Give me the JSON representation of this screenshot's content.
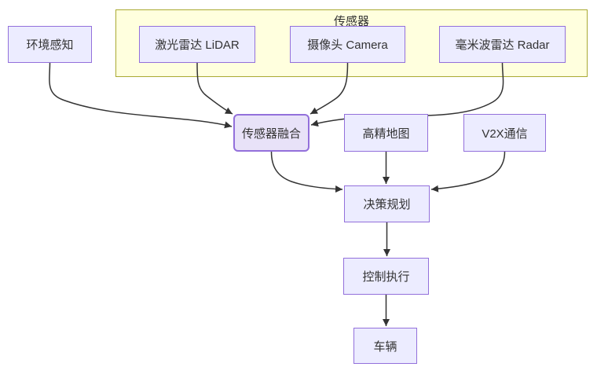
{
  "diagram": {
    "type": "flowchart",
    "direction": "top-down",
    "subgraph": {
      "title": "传感器"
    },
    "nodes": {
      "env": {
        "label": "环境感知"
      },
      "lidar": {
        "label": "激光雷达 LiDAR",
        "group": "传感器"
      },
      "camera": {
        "label": "摄像头 Camera",
        "group": "传感器"
      },
      "radar": {
        "label": "毫米波雷达 Radar",
        "group": "传感器"
      },
      "fusion": {
        "label": "传感器融合",
        "highlighted": true
      },
      "hdmap": {
        "label": "高精地图"
      },
      "v2x": {
        "label": "V2X通信"
      },
      "decision": {
        "label": "决策规划"
      },
      "control": {
        "label": "控制执行"
      },
      "vehicle": {
        "label": "车辆"
      }
    },
    "edges": [
      {
        "from": "环境感知",
        "to": "传感器融合"
      },
      {
        "from": "激光雷达 LiDAR",
        "to": "传感器融合"
      },
      {
        "from": "摄像头 Camera",
        "to": "传感器融合"
      },
      {
        "from": "毫米波雷达 Radar",
        "to": "传感器融合"
      },
      {
        "from": "传感器融合",
        "to": "决策规划"
      },
      {
        "from": "高精地图",
        "to": "决策规划"
      },
      {
        "from": "V2X通信",
        "to": "决策规划"
      },
      {
        "from": "决策规划",
        "to": "控制执行"
      },
      {
        "from": "控制执行",
        "to": "车辆"
      }
    ],
    "colors": {
      "background": "#FFFFFF",
      "node_fill": "#ECECFF",
      "node_border": "#9370DB",
      "highlight_fill": "#E8E2F8",
      "highlight_border": "#9370DB",
      "subgraph_fill": "#FFFFDE",
      "subgraph_border": "#AAAA33",
      "edge": "#333333",
      "text": "#333333"
    }
  }
}
